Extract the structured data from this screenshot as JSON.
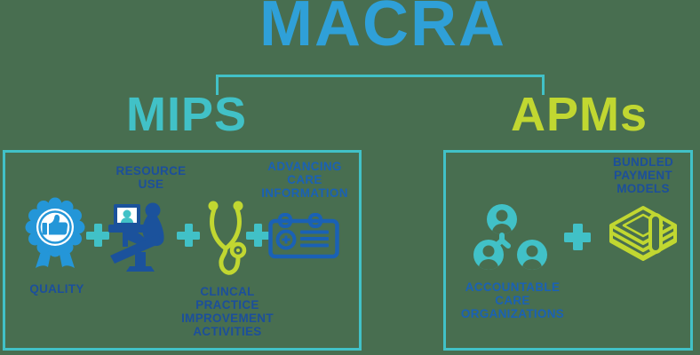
{
  "title": "MACRA",
  "background_color": "#486E50",
  "colors": {
    "macra_blue": "#2FA0D8",
    "teal": "#41C1C7",
    "green": "#C1D731",
    "navy_label": "#1C4F9B",
    "medium_blue_label": "#1A61B5",
    "badge_blue": "#2496D8"
  },
  "plus_symbol": "+",
  "branches": {
    "mips": {
      "heading": "MIPS",
      "items": [
        {
          "name": "quality",
          "icon": "award-ribbon-thumbs-up-icon",
          "label_position": "below",
          "label_lines": [
            "QUALITY"
          ]
        },
        {
          "name": "resource-use",
          "icon": "patient-chair-computer-icon",
          "label_position": "above",
          "label_lines": [
            "RESOURCE",
            "USE"
          ]
        },
        {
          "name": "clinical-practice-improvement-activities",
          "icon": "stethoscope-icon",
          "label_position": "below",
          "label_lines": [
            "CLINCAL",
            "PRACTICE",
            "IMPROVEMENT",
            "ACTIVITIES"
          ]
        },
        {
          "name": "advancing-care-information",
          "icon": "certificate-card-icon",
          "label_position": "above",
          "label_lines": [
            "ADVANCING",
            "CARE",
            "INFORMATION"
          ]
        }
      ]
    },
    "apms": {
      "heading": "APMs",
      "items": [
        {
          "name": "accountable-care-organizations",
          "icon": "people-network-icon",
          "label_position": "below",
          "label_lines": [
            "ACCOUNTABLE",
            "CARE",
            "ORGANIZATIONS"
          ]
        },
        {
          "name": "bundled-payment-models",
          "icon": "money-stack-icon",
          "label_position": "above",
          "label_lines": [
            "BUNDLED",
            "PAYMENT",
            "MODELS"
          ]
        }
      ]
    }
  }
}
